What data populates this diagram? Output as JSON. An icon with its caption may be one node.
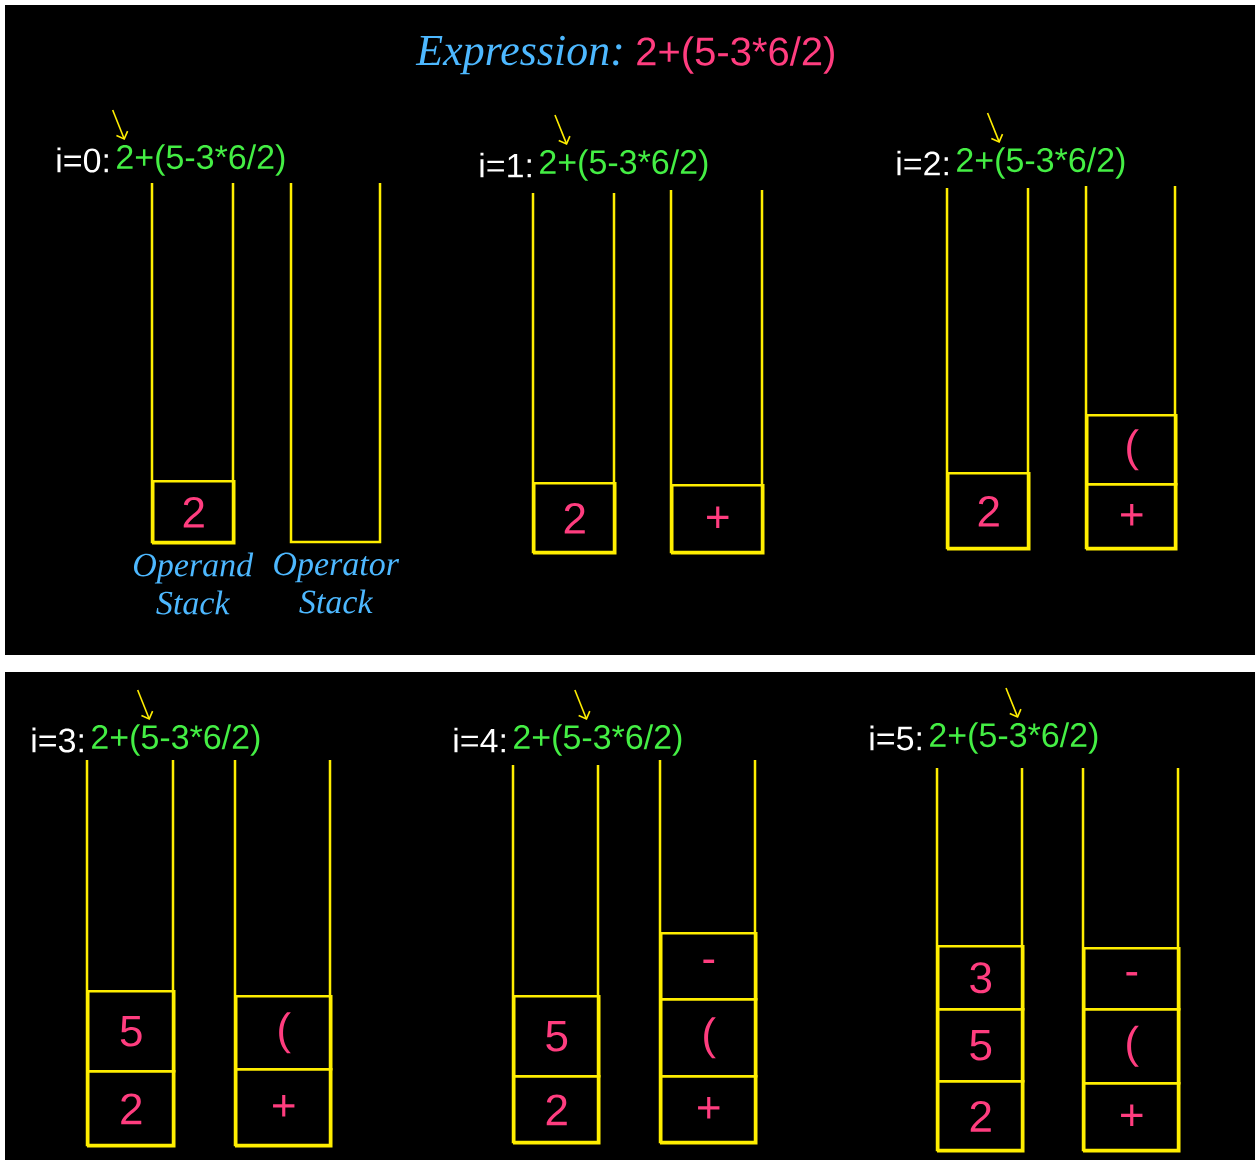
{
  "diagram": {
    "title": "Expression:",
    "nodes": [
      {
        "text": [],
        "shape": "box",
        "beside": [
          "Operand Stack"
        ]
      },
      {
        "text": [
          "2"
        ],
        "in": 0
      },
      {
        "text": [],
        "shape": "box",
        "beside": [
          "Operator Stack"
        ]
      },
      {
        "text": [],
        "shape": "box"
      },
      {
        "text": [
          "2"
        ],
        "in": 3
      },
      {
        "text": [],
        "shape": "box"
      },
      {
        "text": [
          "+"
        ],
        "in": 5
      },
      {
        "text": [],
        "shape": "box"
      },
      {
        "text": [
          "2"
        ],
        "in": 7
      },
      {
        "text": [],
        "shape": "box"
      },
      {
        "text": [
          "("
        ],
        "in": 9
      },
      {
        "text": [
          "+"
        ],
        "in": 9
      },
      {
        "text": [],
        "shape": "box"
      },
      {
        "text": [
          "5"
        ],
        "in": 12
      },
      {
        "text": [
          "2"
        ],
        "in": 12
      },
      {
        "text": [],
        "shape": "box"
      },
      {
        "text": [
          "("
        ],
        "in": 15
      },
      {
        "text": [
          "+"
        ],
        "in": 15
      },
      {
        "text": [],
        "shape": "box"
      },
      {
        "text": [
          "5"
        ],
        "in": 18
      },
      {
        "text": [
          "2"
        ],
        "in": 18
      },
      {
        "text": [],
        "shape": "box"
      },
      {
        "text": [
          "-"
        ],
        "in": 21
      },
      {
        "text": [
          "("
        ],
        "in": 21
      },
      {
        "text": [
          "+"
        ],
        "in": 21
      },
      {
        "text": [],
        "shape": "box"
      },
      {
        "text": [
          "3"
        ],
        "in": 25
      },
      {
        "text": [
          "5"
        ],
        "in": 25
      },
      {
        "text": [
          "2"
        ],
        "in": 25
      },
      {
        "text": [],
        "shape": "box"
      },
      {
        "text": [
          "-"
        ],
        "in": 29
      },
      {
        "text": [
          "("
        ],
        "in": 29
      },
      {
        "text": [
          "+"
        ],
        "in": 29
      }
    ],
    "labels": [
      "2+(5-3*6/2)",
      "i=0:",
      "2+(5-3*6/2)",
      "i=1:",
      "2+(5-3*6/2)",
      "i=2:",
      "2+(5-3*6/2)",
      "i=3:",
      "2+(5-3*6/2)",
      "i=4:",
      "2+(5-3*6/2)",
      "i=5:",
      "2+(5-3*6/2)"
    ]
  }
}
